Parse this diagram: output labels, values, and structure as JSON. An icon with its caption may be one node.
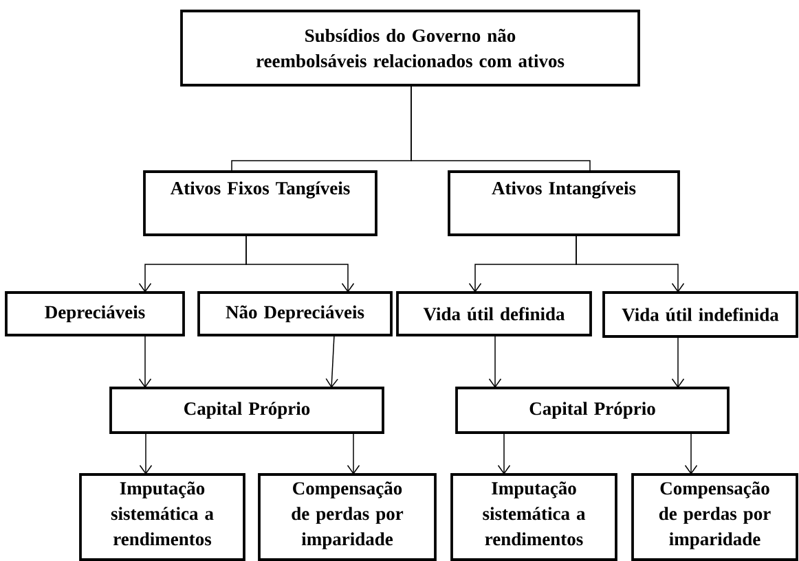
{
  "diagram": {
    "nodes": [
      {
        "text": [
          "Subsídios do Governo não reembolsáveis relacionados com ativos"
        ]
      },
      {
        "text": [
          "Ativos Fixos Tangíveis"
        ]
      },
      {
        "text": [
          "Ativos Intangíveis"
        ]
      },
      {
        "text": [
          "Depreciáveis"
        ]
      },
      {
        "text": [
          "Não Depreciáveis"
        ]
      },
      {
        "text": [
          "Vida útil definida"
        ]
      },
      {
        "text": [
          "Vida útil indefinida"
        ]
      },
      {
        "text": [
          "Capital Próprio"
        ]
      },
      {
        "text": [
          "Capital Próprio"
        ]
      },
      {
        "text": [
          "Imputação sistemática a rendimentos"
        ]
      },
      {
        "text": [
          "Compensação de perdas por imparidade"
        ]
      },
      {
        "text": [
          "Imputação sistemática a rendimentos"
        ]
      },
      {
        "text": [
          "Compensação de perdas por imparidade"
        ]
      }
    ],
    "edges": [
      {
        "from": 0,
        "to": 1,
        "arrow": "none"
      },
      {
        "from": 0,
        "to": 2,
        "arrow": "none"
      },
      {
        "from": 1,
        "to": 3,
        "arrow": "to"
      },
      {
        "from": 1,
        "to": 4,
        "arrow": "to"
      },
      {
        "from": 2,
        "to": 5,
        "arrow": "to"
      },
      {
        "from": 2,
        "to": 6,
        "arrow": "to"
      },
      {
        "from": 3,
        "to": 7,
        "arrow": "to"
      },
      {
        "from": 4,
        "to": 7,
        "arrow": "to"
      },
      {
        "from": 5,
        "to": 8,
        "arrow": "to"
      },
      {
        "from": 6,
        "to": 8,
        "arrow": "to"
      },
      {
        "from": 7,
        "to": 9,
        "arrow": "to"
      },
      {
        "from": 7,
        "to": 10,
        "arrow": "to"
      },
      {
        "from": 8,
        "to": 11,
        "arrow": "to"
      },
      {
        "from": 8,
        "to": 12,
        "arrow": "to"
      }
    ]
  }
}
